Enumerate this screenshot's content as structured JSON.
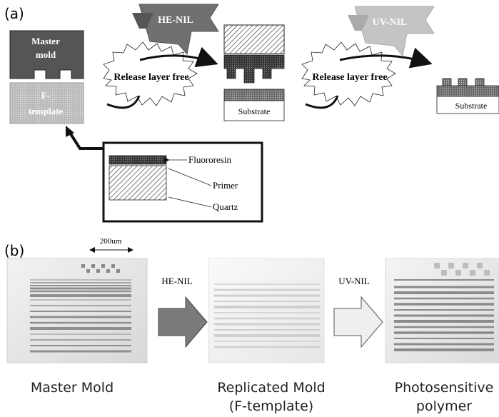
{
  "panel_a": {
    "label": "(a)",
    "master_mold_line1": "Master",
    "master_mold_line2": "mold",
    "ftemplate_line1": "F-",
    "ftemplate_line2": "template",
    "step1_label": "HE-NIL",
    "step2_label": "UV-NIL",
    "release_label_1": "Release layer free",
    "release_label_2": "Release layer free",
    "substrate_label_1": "Substrate",
    "substrate_label_2": "Substrate",
    "inset": {
      "fluororesin": "Fluororesin",
      "primer": "Primer",
      "quartz": "Quartz"
    }
  },
  "panel_b": {
    "label": "(b)",
    "scale_bar": "200um",
    "arrow1_label": "HE-NIL",
    "arrow2_label": "UV-NIL",
    "caption_master": "Master Mold",
    "caption_replicated_line1": "Replicated Mold",
    "caption_replicated_line2": "(F-template)",
    "caption_photo_line1": "Photosensitive",
    "caption_photo_line2": "polymer"
  },
  "colors": {
    "master_mold": "#555555",
    "ftemplate": "#b5b5b5",
    "arrow_he": "#6e6e6e",
    "arrow_uv": "#bdbdbd",
    "arrow_uv_light": "#ededed"
  }
}
